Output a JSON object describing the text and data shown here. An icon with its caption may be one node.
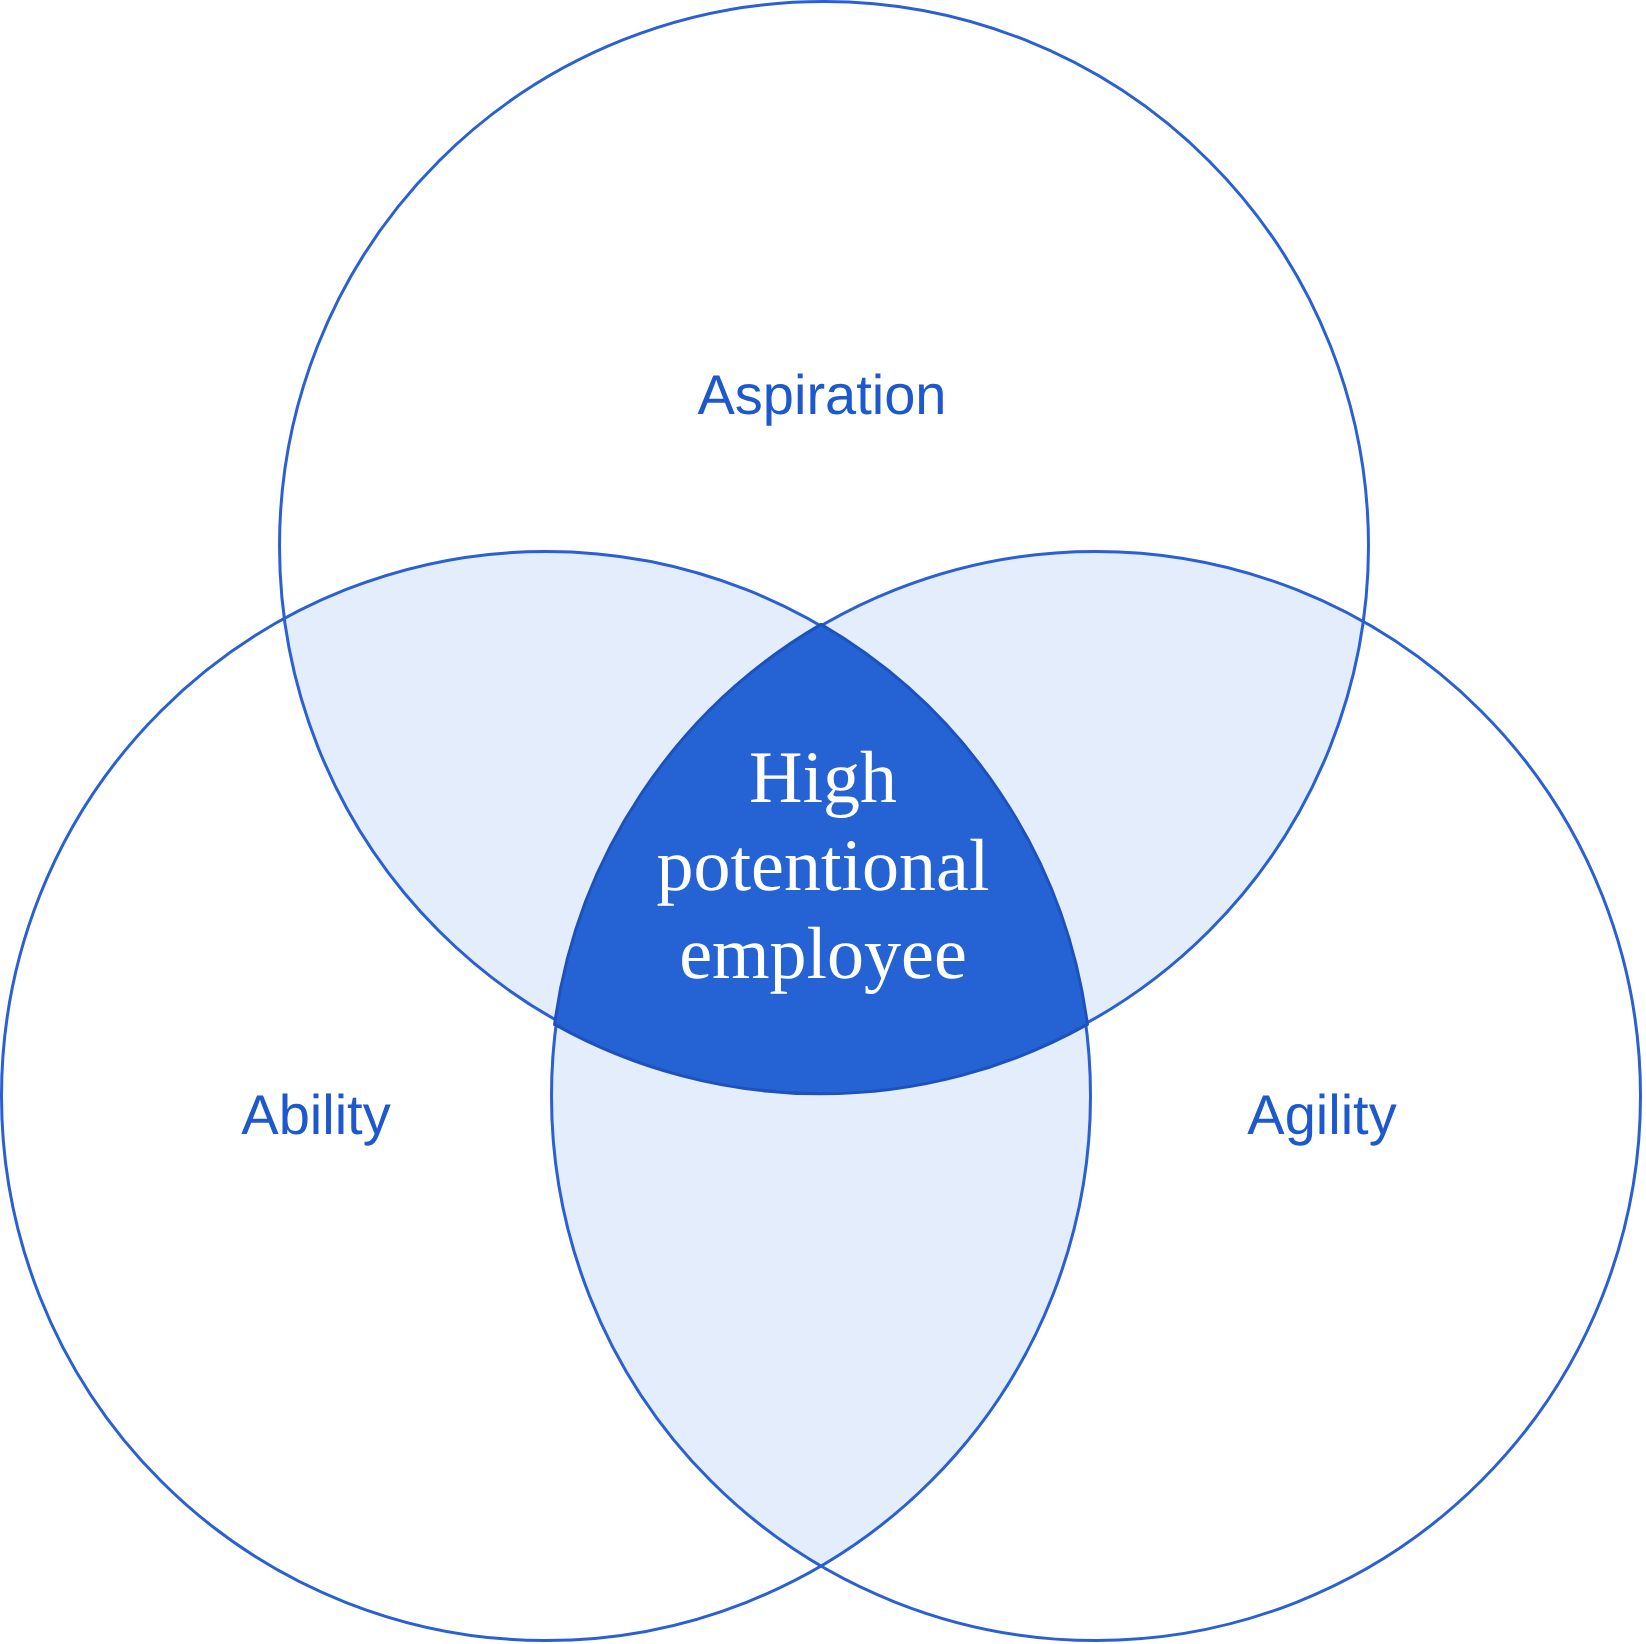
{
  "diagram": {
    "nodes": [
      {
        "text": [
          "Aspiration"
        ]
      },
      {
        "text": [
          "Ability"
        ]
      },
      {
        "text": [
          "Agility"
        ]
      },
      {
        "text": [
          "High potentional employee"
        ]
      }
    ]
  }
}
